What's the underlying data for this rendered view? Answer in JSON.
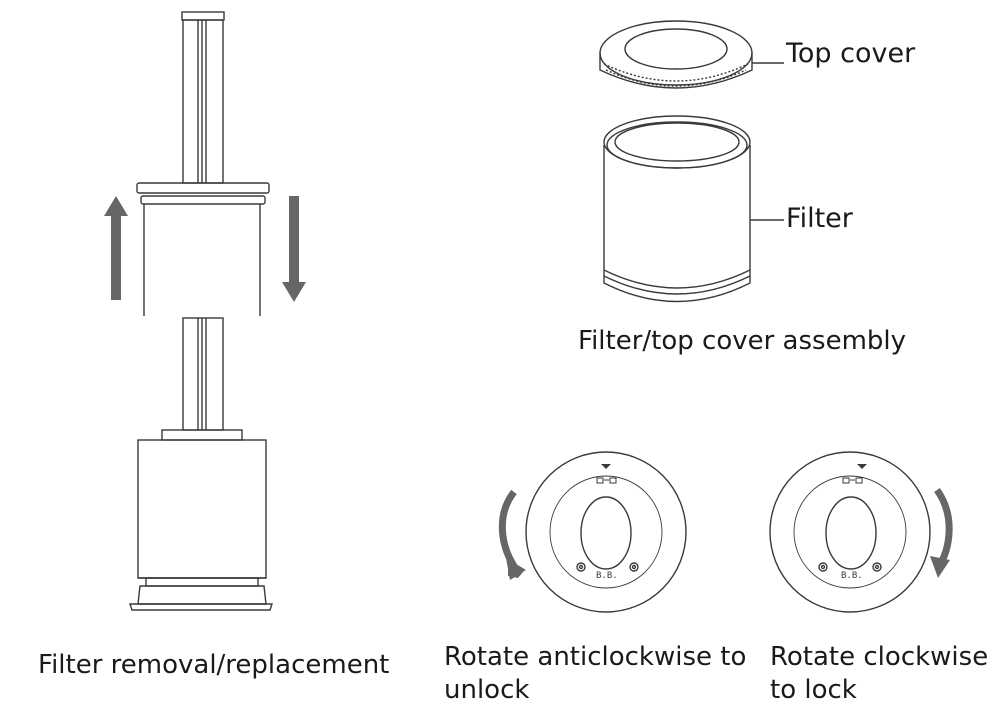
{
  "labels": {
    "top_cover": "Top cover",
    "filter": "Filter",
    "assembly_caption": "Filter/top cover assembly",
    "removal_caption": "Filter removal/replacement",
    "anticlockwise_line1": "Rotate anticlockwise to",
    "anticlockwise_line2": "unlock",
    "clockwise_line1": "Rotate clockwise",
    "clockwise_line2": "to lock"
  },
  "dial_text": "B.B.",
  "colors": {
    "line": "#3a3a3a",
    "arrow_fill": "#666666",
    "text": "#1a1a1a",
    "background": "#ffffff"
  }
}
